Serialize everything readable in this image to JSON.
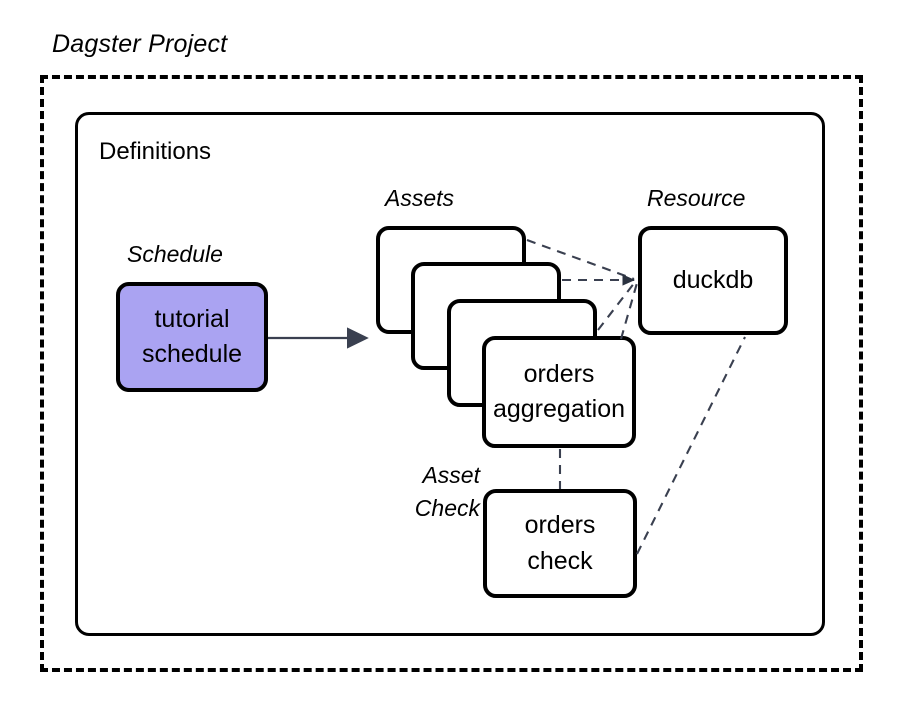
{
  "diagram": {
    "title": "Dagster Project",
    "container": {
      "label": "Definitions"
    },
    "groups": {
      "schedule_label": "Schedule",
      "assets_label": "Assets",
      "resource_label": "Resource",
      "asset_check_label_line1": "Asset",
      "asset_check_label_line2": "Check"
    },
    "nodes": {
      "schedule": {
        "line1": "tutorial",
        "line2": "schedule",
        "fill": "#aaa3f2",
        "stroke": "#000000"
      },
      "asset_orders_aggregation": {
        "line1": "orders",
        "line2": "aggregation",
        "fill": "#ffffff",
        "stroke": "#000000"
      },
      "asset_card_1": {
        "line1": "",
        "fill": "#ffffff",
        "stroke": "#000000"
      },
      "asset_card_2": {
        "line1": "",
        "fill": "#ffffff",
        "stroke": "#000000"
      },
      "asset_card_3": {
        "line1": "",
        "fill": "#ffffff",
        "stroke": "#000000"
      },
      "resource_duckdb": {
        "line1": "duckdb",
        "fill": "#ffffff",
        "stroke": "#000000"
      },
      "asset_check_orders_check": {
        "line1": "orders",
        "line2": "check",
        "fill": "#ffffff",
        "stroke": "#000000"
      }
    },
    "colors": {
      "background": "#ffffff",
      "outline": "#000000",
      "schedule_fill": "#aaa3f2",
      "connector": "#3a4050",
      "arrow": "#3a4050"
    },
    "edges": {
      "schedule_to_assets": {
        "style": "solid",
        "arrow": "filled-triangle"
      },
      "asset1_to_duckdb": {
        "style": "dashed",
        "arrow": "none"
      },
      "asset2_to_duckdb": {
        "style": "dashed",
        "arrow": "small-arrow"
      },
      "asset3_to_duckdb": {
        "style": "dashed",
        "arrow": "none"
      },
      "asset4_to_duckdb": {
        "style": "dashed",
        "arrow": "none"
      },
      "aggregation_to_check": {
        "style": "dashed",
        "arrow": "none"
      },
      "check_to_duckdb": {
        "style": "dashed",
        "arrow": "none"
      }
    }
  }
}
